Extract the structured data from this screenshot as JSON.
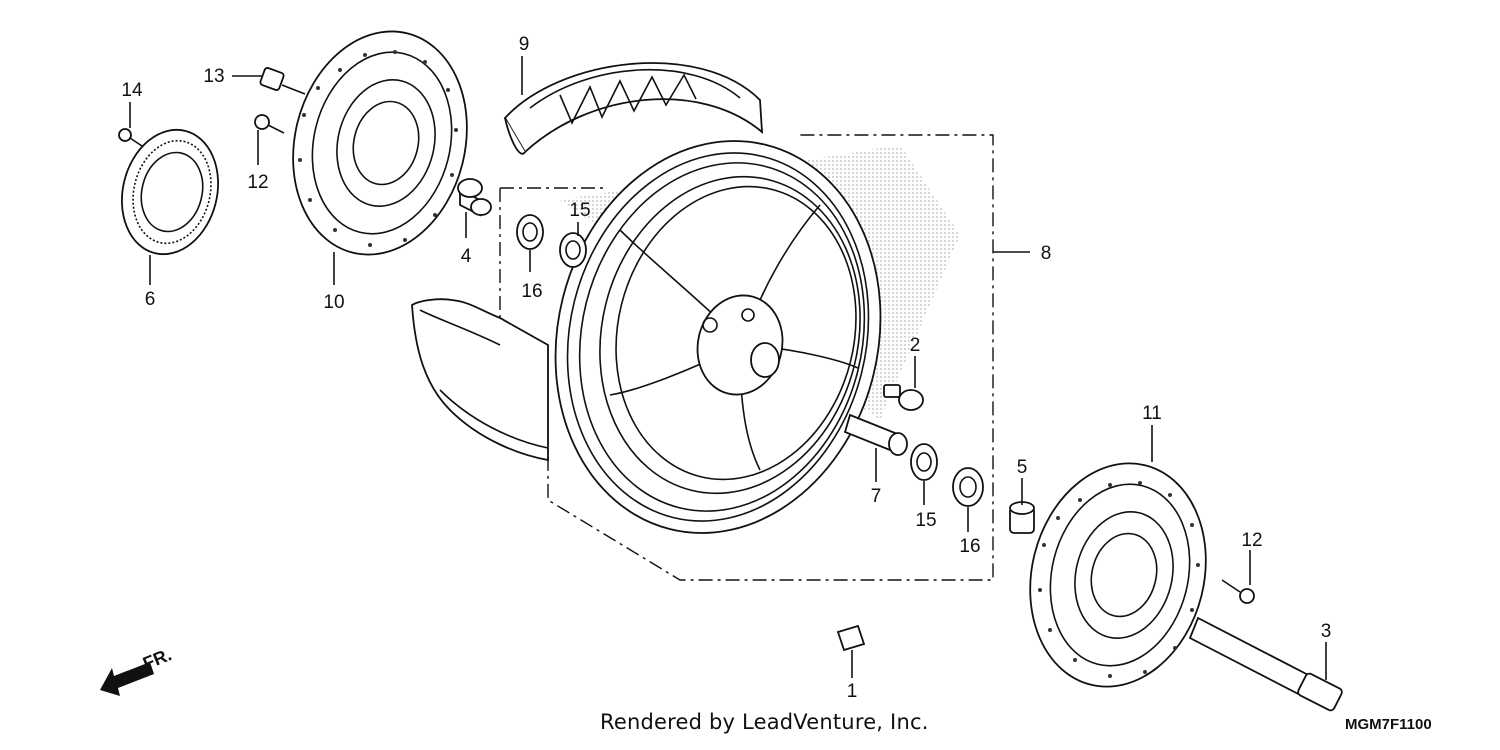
{
  "diagram": {
    "labels": {
      "p1": "1",
      "p2": "2",
      "p3": "3",
      "p4": "4",
      "p5": "5",
      "p6": "6",
      "p7": "7",
      "p8": "8",
      "p9": "9",
      "p10": "10",
      "p11": "11",
      "p12a": "12",
      "p12b": "12",
      "p13": "13",
      "p14": "14",
      "p15a": "15",
      "p15b": "15",
      "p16a": "16",
      "p16b": "16"
    },
    "direction_label": "FR.",
    "credit": "Rendered by LeadVenture, Inc.",
    "diagram_code": "MGM7F1100"
  },
  "colors": {
    "line": "#111111",
    "background": "#ffffff"
  },
  "icons": [
    "front-direction-arrow-icon"
  ]
}
